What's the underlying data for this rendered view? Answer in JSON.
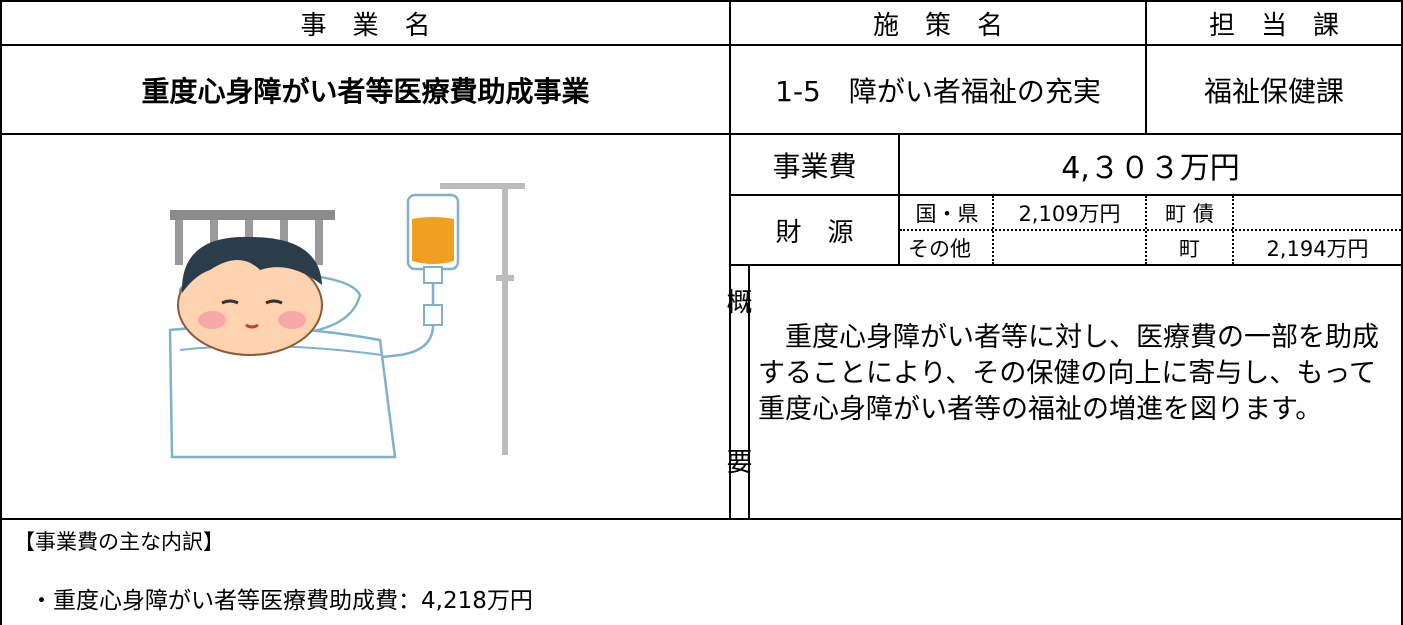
{
  "headers": {
    "project_name": "事　業　名",
    "policy_name": "施　策　名",
    "department": "担　当　課"
  },
  "project": {
    "name": "重度心身障がい者等医療費助成事業",
    "policy": "1-5　障がい者福祉の充実",
    "department": "福祉保健課"
  },
  "cost": {
    "label": "事業費",
    "value": "4,３０３万円"
  },
  "funding": {
    "label": "財　源",
    "national_pref_label": "国・県",
    "national_pref_value": "2,109万円",
    "town_bond_label": "町 債",
    "town_bond_value": "",
    "other_label": "その他",
    "other_value": "",
    "town_label": "町",
    "town_value": "2,194万円"
  },
  "summary": {
    "label_top": "概",
    "label_bottom": "要",
    "text": "　重度心身障がい者等に対し、医療費の一部を助成することにより、その保健の向上に寄与し、もって重度心身障がい者等の福祉の増進を図ります。"
  },
  "breakdown": {
    "title": "【事業費の主な内訳】",
    "item": "・重度心身障がい者等医療費助成費：4,218万円"
  },
  "illustration": {
    "icon": "hospital-patient-iv-drip-icon"
  }
}
